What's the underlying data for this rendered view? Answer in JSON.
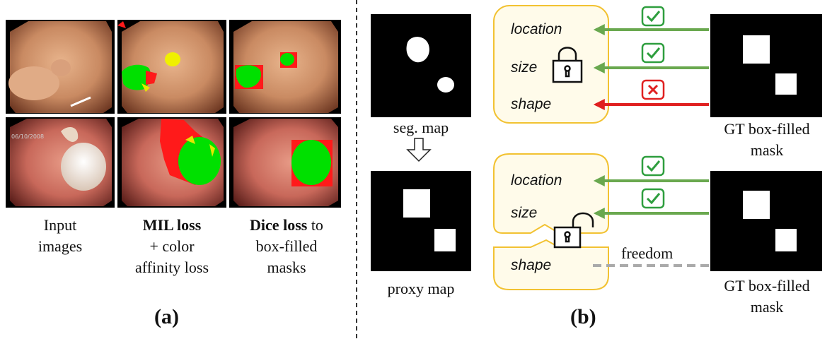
{
  "panel_a": {
    "label": "(a)",
    "captions": {
      "input_line1": "Input",
      "input_line2": "images",
      "mil_bold": "MIL loss",
      "mil_line2": "+ color",
      "mil_line3": "affinity loss",
      "dice_bold": "Dice loss",
      "dice_suffix": " to",
      "dice_line2": "box-filled",
      "dice_line3": "masks"
    }
  },
  "panel_b": {
    "label": "(b)",
    "seg_map_label": "seg. map",
    "proxy_map_label": "proxy map",
    "gt_label_top_line1": "GT box-filled",
    "gt_label_top_line2": "mask",
    "gt_label_bottom_line1": "GT box-filled",
    "gt_label_bottom_line2": "mask",
    "attributes_top": [
      "location",
      "size",
      "shape"
    ],
    "attributes_bottom": [
      "location",
      "size",
      "shape"
    ],
    "freedom_label": "freedom"
  },
  "colors": {
    "accent_green": "#6aa84f",
    "check_green": "#2e9e3e",
    "cross_red": "#e02020",
    "box_border": "#f2c232",
    "box_fill": "#fffbea",
    "dashed_gray": "#aaaaaa"
  }
}
